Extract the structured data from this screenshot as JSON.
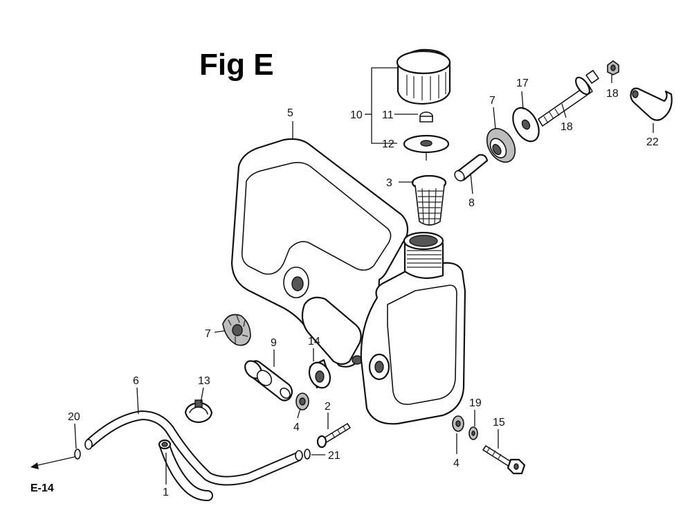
{
  "figure": {
    "title": "Fig E",
    "reference": "E-14"
  },
  "callouts": {
    "tank": "5",
    "cap": "10",
    "cap_seal": "11",
    "cap_plate": "12",
    "strainer": "3",
    "collar": "8",
    "grommet_top": "7",
    "washer_top": "17",
    "bolt_top": "18",
    "nut_top": "18",
    "bracket": "22",
    "grommet_left": "7",
    "joint": "9",
    "bushing": "14",
    "clip": "13",
    "hose": "6",
    "clamp_left": "20",
    "tube_end": "1",
    "nut_mid": "4",
    "bolt_mid": "2",
    "clamp_right": "21",
    "nut_right": "4",
    "washer_right": "19",
    "bolt_right": "15"
  }
}
